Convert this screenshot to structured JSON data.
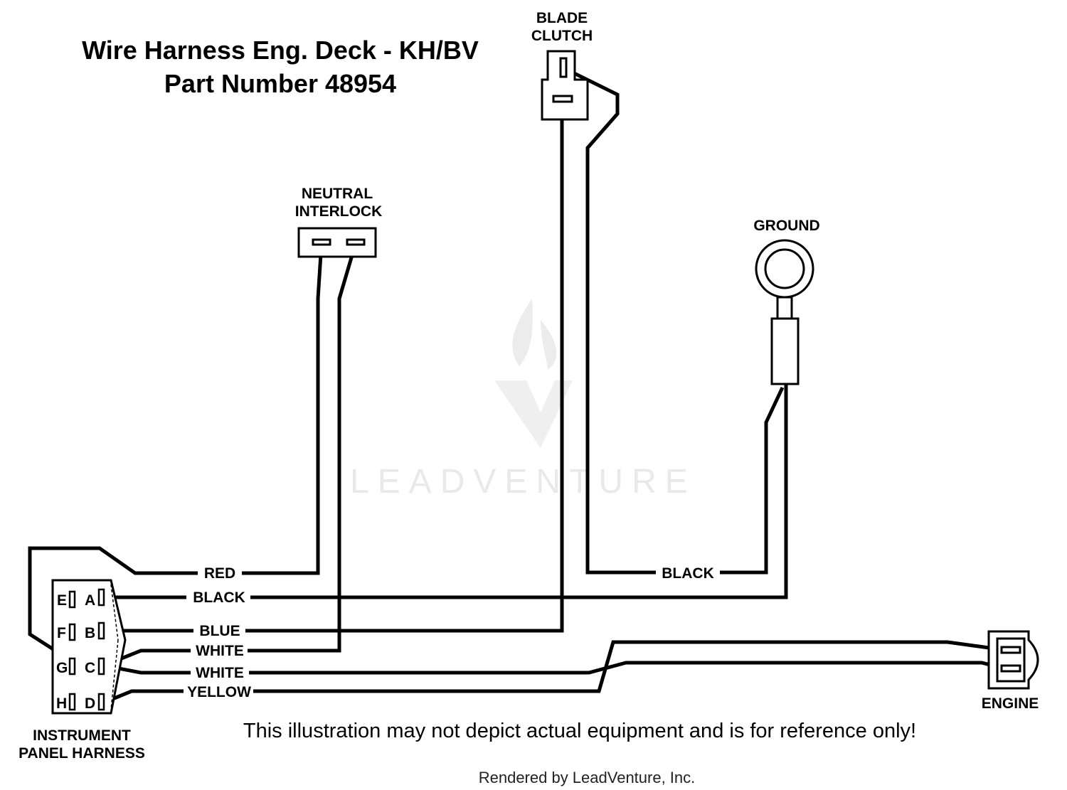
{
  "title": {
    "line1": "Wire Harness Eng. Deck - KH/BV",
    "line2": "Part Number 48954"
  },
  "components": {
    "blade_clutch": [
      "BLADE",
      "CLUTCH"
    ],
    "neutral_interlock": [
      "NEUTRAL",
      "INTERLOCK"
    ],
    "ground": "GROUND",
    "engine": "ENGINE",
    "instrument_panel": [
      "INSTRUMENT",
      "PANEL HARNESS"
    ]
  },
  "pins": {
    "left": [
      "E",
      "F",
      "G",
      "H"
    ],
    "right": [
      "A",
      "B",
      "C",
      "D"
    ]
  },
  "wires": {
    "red": "RED",
    "black_a": "BLACK",
    "blue": "BLUE",
    "white_1": "WHITE",
    "white_2": "WHITE",
    "yellow": "YELLOW",
    "black_clutch": "BLACK"
  },
  "note": "This illustration may not depict actual equipment and is for reference only!",
  "watermark": "LEADVENTURE",
  "footer": "Rendered by LeadVenture, Inc.",
  "colors": {
    "ink": "#000000",
    "watermark": "#e9e9e9"
  }
}
